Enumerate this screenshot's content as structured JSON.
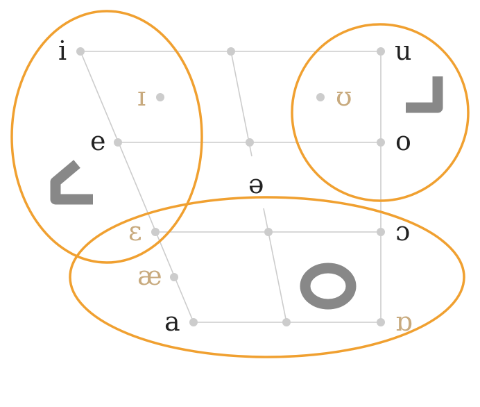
{
  "vowels": {
    "i": "i",
    "u": "u",
    "small_i": "ɪ",
    "small_u": "ʊ",
    "e": "e",
    "o": "o",
    "schwa": "ə",
    "open_e": "ɛ",
    "open_o": "ɔ",
    "ae": "æ",
    "a": "a",
    "turned_a": "ɒ"
  },
  "colors": {
    "region_outline": "#f0a030",
    "grid": "#cccccc",
    "vowel_primary": "#222222",
    "vowel_secondary": "#c8aa7e",
    "glyph": "#888888"
  },
  "icons": {
    "front_region": "front-shape-icon",
    "back_region": "back-shape-icon",
    "open_region": "open-shape-icon"
  }
}
